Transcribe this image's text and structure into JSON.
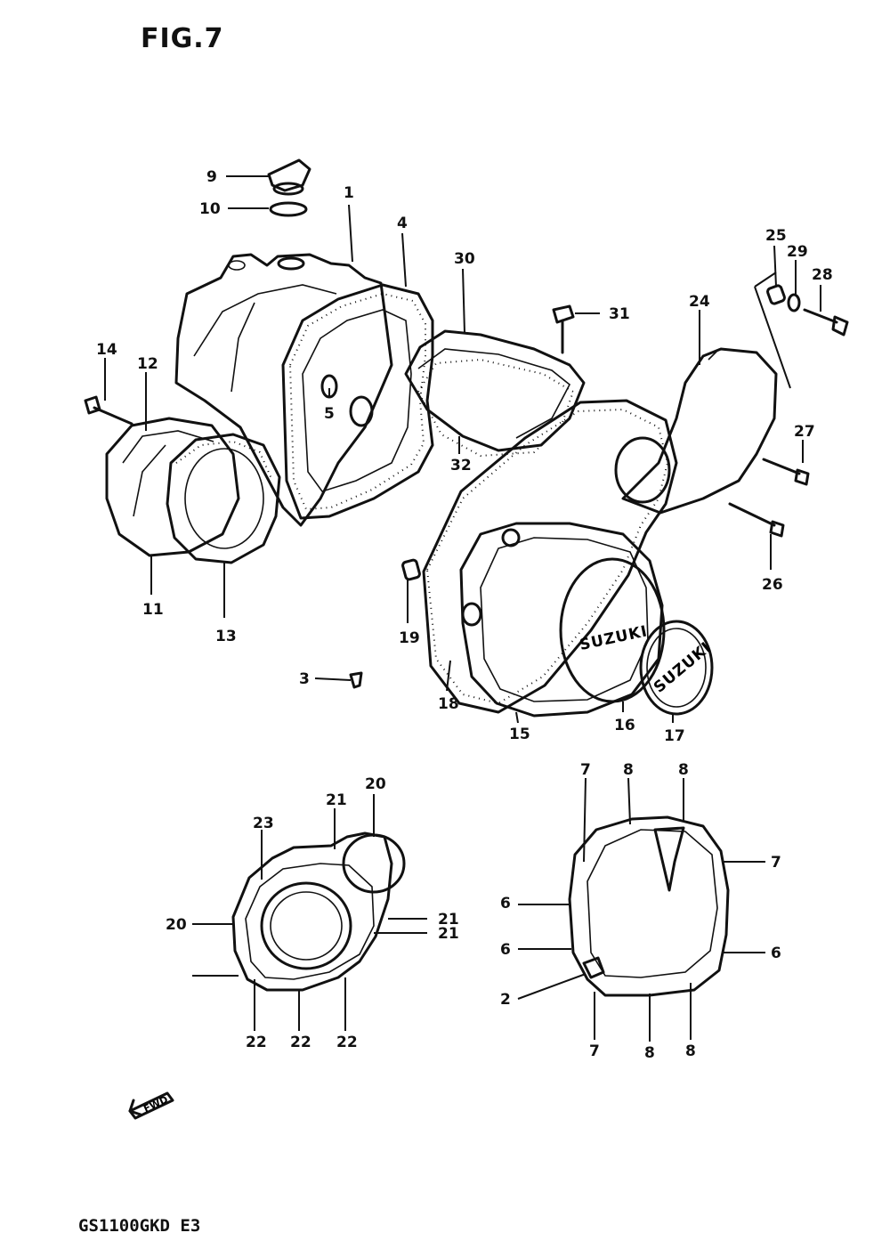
{
  "title": "FIG.7",
  "model_code": "GS1100GKD E3",
  "badge_text": "SUZUKI",
  "fwd_label": "FWD",
  "callouts": [
    "9",
    "10",
    "1",
    "4",
    "30",
    "31",
    "25",
    "29",
    "28",
    "24",
    "14",
    "12",
    "5",
    "32",
    "27",
    "26",
    "11",
    "13",
    "19",
    "18",
    "15",
    "16",
    "17",
    "3",
    "20",
    "21",
    "23",
    "21",
    "20",
    "21",
    "22",
    "22",
    "22",
    "7",
    "8",
    "8",
    "7",
    "6",
    "6",
    "6",
    "2",
    "7",
    "8",
    "8"
  ]
}
